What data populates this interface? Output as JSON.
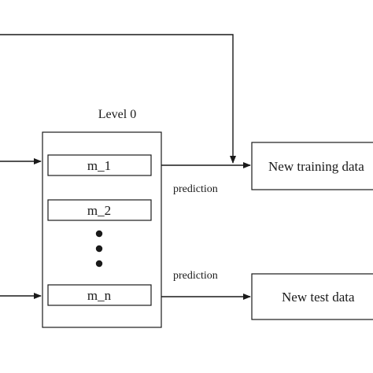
{
  "diagram": {
    "level_label": "Level 0",
    "models": [
      {
        "label": "m_1"
      },
      {
        "label": "m_2"
      },
      {
        "label": "m_n"
      }
    ],
    "prediction_label_top": "prediction",
    "prediction_label_bottom": "prediction",
    "output_top": "New training data",
    "output_bottom": "New test data"
  }
}
